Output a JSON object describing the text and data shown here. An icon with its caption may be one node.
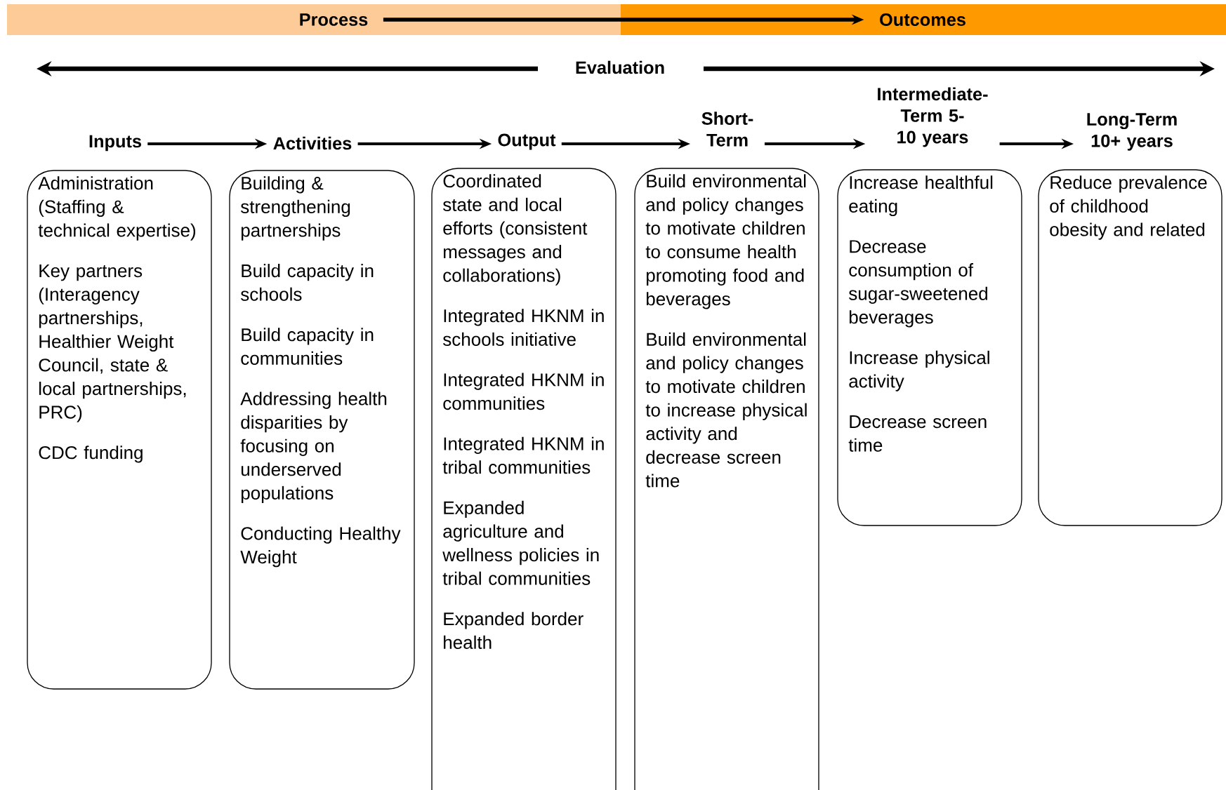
{
  "diagram": {
    "nodes": [
      {
        "text": [
          "Process"
        ]
      },
      {
        "text": [
          "Outcomes"
        ]
      },
      {
        "text": [
          "Inputs"
        ]
      },
      {
        "text": [
          "Activities"
        ]
      },
      {
        "text": [
          "Output"
        ]
      },
      {
        "text": [
          "Short-Term"
        ]
      },
      {
        "text": [
          "Intermediate-Term 5-10 years"
        ]
      },
      {
        "text": [
          "Long-Term 10+ years"
        ]
      },
      {
        "text": [
          "Administration (Staffing & technical expertise)",
          "Key partners (Interagency partnerships, Healthier Weight Council, state & local partnerships, PRC)",
          "CDC funding"
        ]
      },
      {
        "text": [
          "Building & strengthening partnerships",
          "Build capacity in schools",
          "Build capacity in communities",
          "Addressing health disparities by focusing on underserved populations",
          "Conducting Healthy Weight"
        ]
      },
      {
        "text": [
          "Coordinated state and local efforts (consistent messages and collaborations)",
          "Integrated HKNM in schools initiative",
          "Integrated HKNM in communities",
          "Integrated HKNM in tribal communities",
          "Expanded agriculture and wellness policies in tribal communities",
          "Expanded border health"
        ]
      },
      {
        "text": [
          "Build environmental and policy changes to motivate children to consume health promoting food and beverages",
          "Build environmental and policy changes to motivate children to increase physical activity and decrease screen time"
        ]
      },
      {
        "text": [
          "Increase healthful eating",
          "Decrease consumption of sugar-sweetened beverages",
          "Increase physical activity",
          "Decrease screen time"
        ]
      },
      {
        "text": [
          "Reduce prevalence of childhood obesity and related"
        ]
      }
    ],
    "edges": [
      {
        "from": 0,
        "to": 1,
        "arrow": "to"
      },
      {
        "from": 2,
        "to": 3,
        "arrow": "to"
      },
      {
        "from": 3,
        "to": 4,
        "arrow": "to"
      },
      {
        "from": 4,
        "to": 5,
        "arrow": "to"
      },
      {
        "from": 5,
        "to": 6,
        "arrow": "to"
      },
      {
        "from": 6,
        "to": 7,
        "arrow": "to"
      }
    ],
    "labels": [
      "Evaluation"
    ]
  }
}
